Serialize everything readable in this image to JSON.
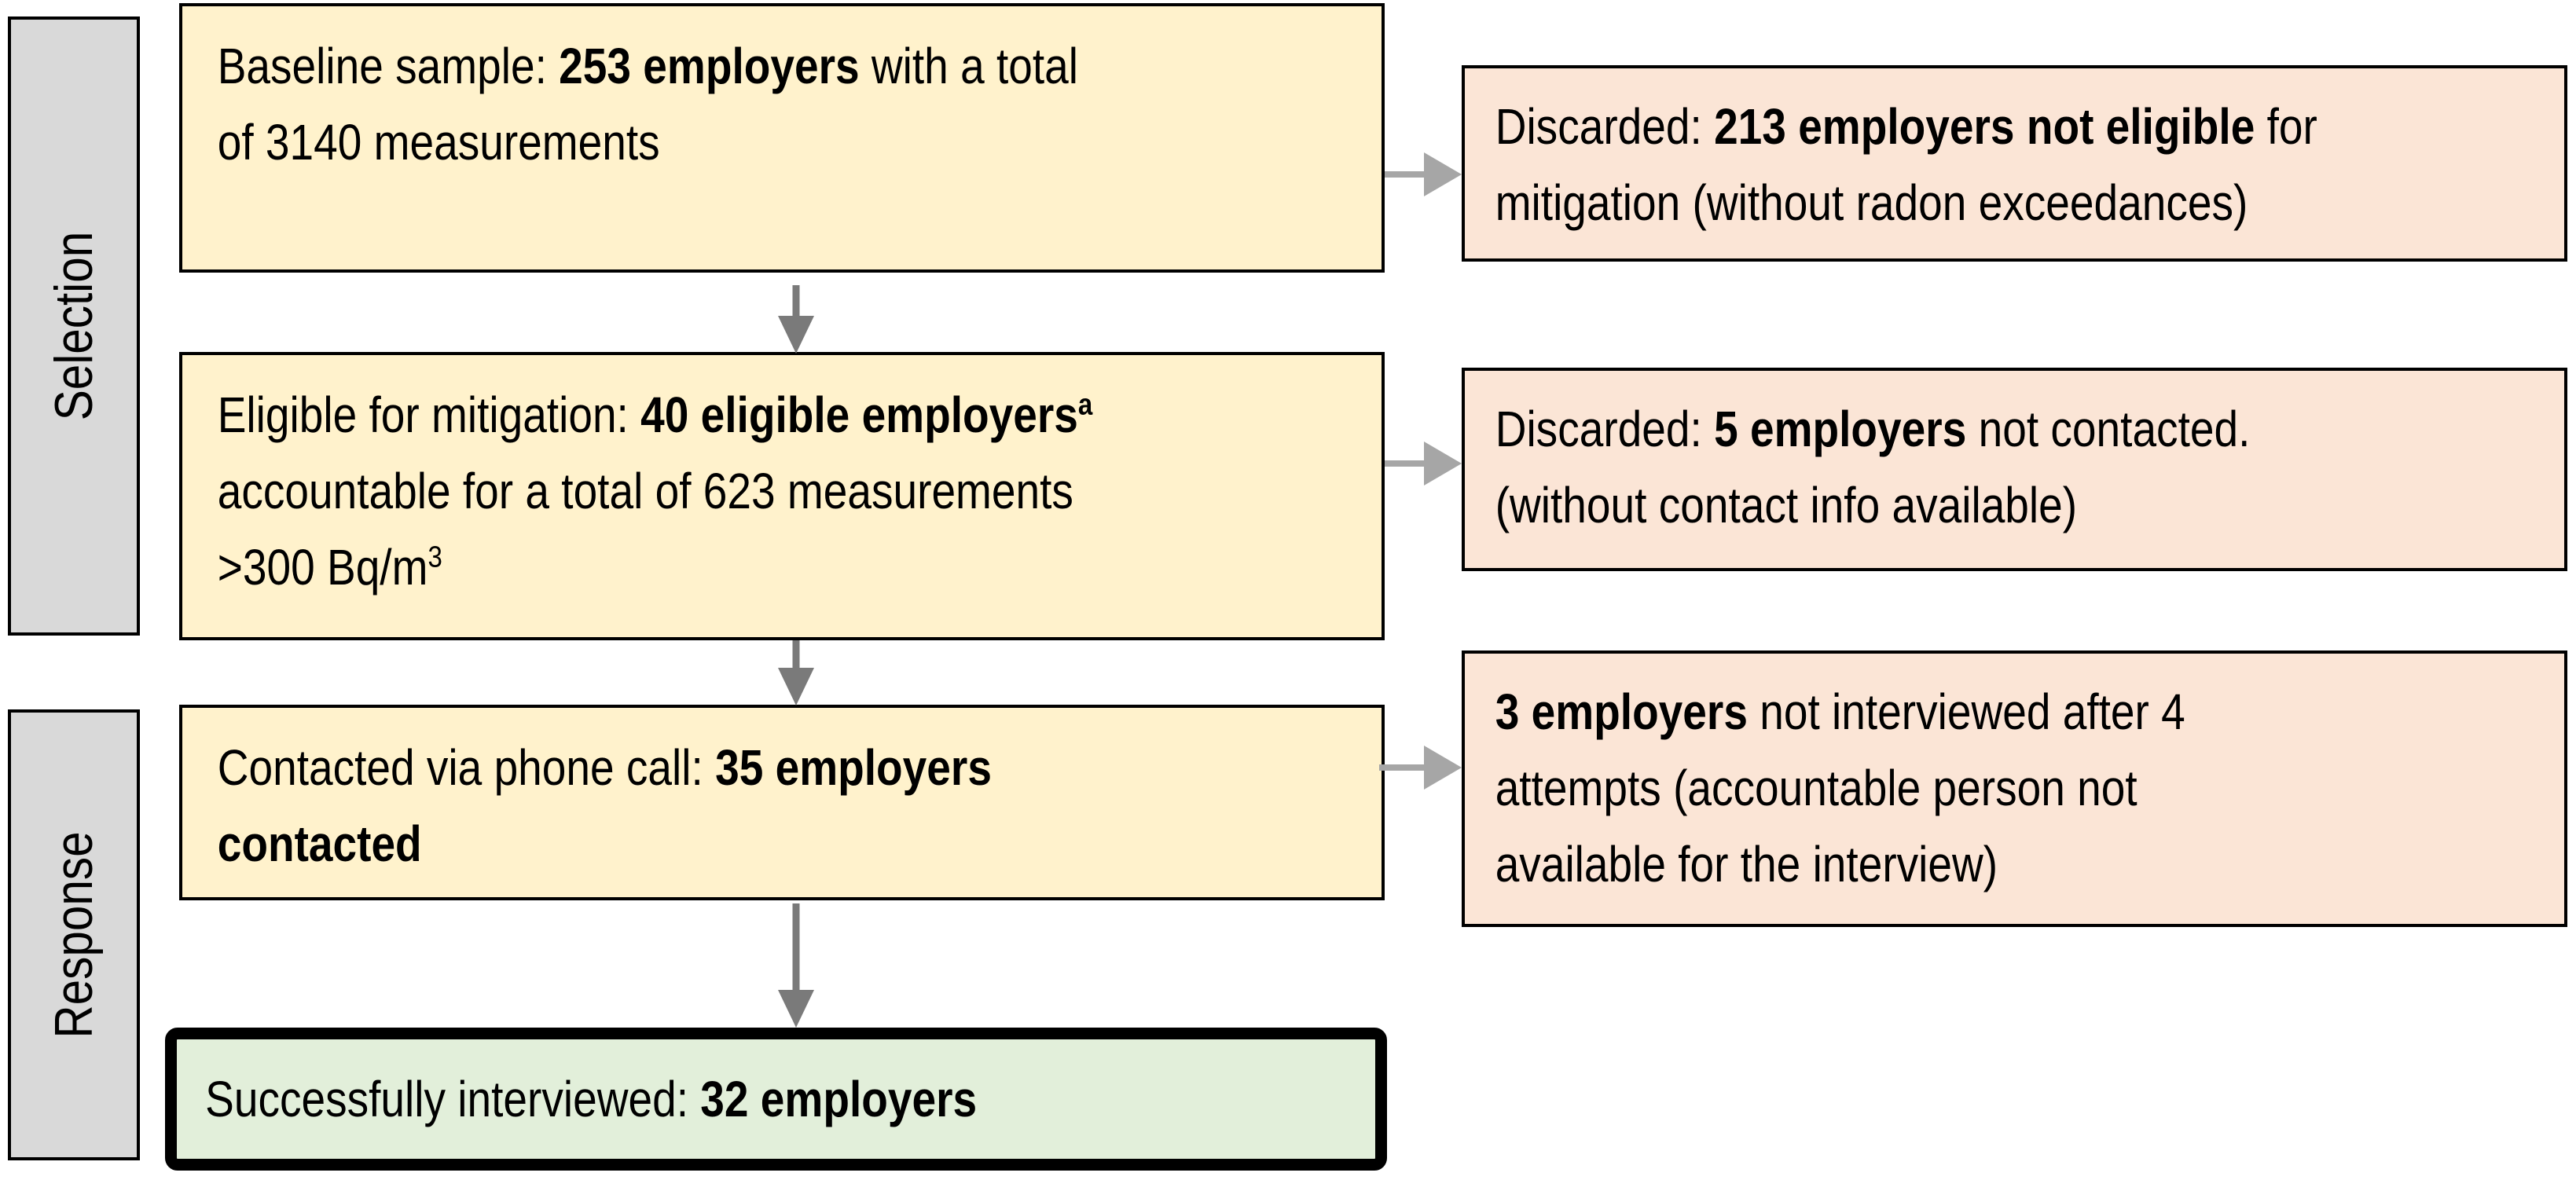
{
  "diagram": {
    "stage_labels": [
      {
        "label": "Selection"
      },
      {
        "label": "Response"
      }
    ],
    "main_boxes": [
      {
        "name": "baseline-sample",
        "segments": [
          {
            "text": "Baseline sample: "
          },
          {
            "text": "253 employers",
            "bold": true
          },
          {
            "text": " with a total"
          },
          {
            "br": true
          },
          {
            "text": "of 3140 measurements"
          }
        ]
      },
      {
        "name": "eligible-for-mitigation",
        "segments": [
          {
            "text": "Eligible for mitigation: "
          },
          {
            "text": "40 eligible employers",
            "bold": true
          },
          {
            "text": "a",
            "bold": true,
            "sup": true
          },
          {
            "br": true
          },
          {
            "text": "accountable for a total of 623 measurements"
          },
          {
            "br": true
          },
          {
            "text": ">300 Bq/m"
          },
          {
            "text": "3",
            "sup": true
          }
        ]
      },
      {
        "name": "contacted-via-phone",
        "segments": [
          {
            "text": "Contacted via phone call: "
          },
          {
            "text": "35 employers",
            "bold": true
          },
          {
            "br": true
          },
          {
            "text": "contacted",
            "bold": true
          }
        ]
      },
      {
        "name": "successfully-interviewed",
        "segments": [
          {
            "text": "Successfully interviewed: "
          },
          {
            "text": "32 employers",
            "bold": true
          }
        ]
      }
    ],
    "discard_boxes": [
      {
        "name": "discarded-not-eligible",
        "segments": [
          {
            "text": "Discarded: "
          },
          {
            "text": "213 employers not eligible",
            "bold": true
          },
          {
            "text": " for"
          },
          {
            "br": true
          },
          {
            "text": "mitigation (without radon exceedances)"
          }
        ]
      },
      {
        "name": "discarded-not-contacted",
        "segments": [
          {
            "text": "Discarded: "
          },
          {
            "text": "5 employers",
            "bold": true
          },
          {
            "text": " not contacted."
          },
          {
            "br": true
          },
          {
            "text": "(without contact info available)"
          }
        ]
      },
      {
        "name": "not-interviewed",
        "segments": [
          {
            "text": "3 employers",
            "bold": true
          },
          {
            "text": " not interviewed after 4"
          },
          {
            "br": true
          },
          {
            "text": "attempts (accountable person not"
          },
          {
            "br": true
          },
          {
            "text": "available for the interview)"
          }
        ]
      }
    ],
    "colors": {
      "main_box_fill": "#FFF2CC",
      "discard_box_fill": "#FBE5D6",
      "final_box_fill": "#E2EFDA",
      "stage_label_fill": "#D9D9D9",
      "border": "#000000",
      "arrow_vertical": "#7A7A7A",
      "arrow_horizontal": "#A6A6A6"
    }
  }
}
